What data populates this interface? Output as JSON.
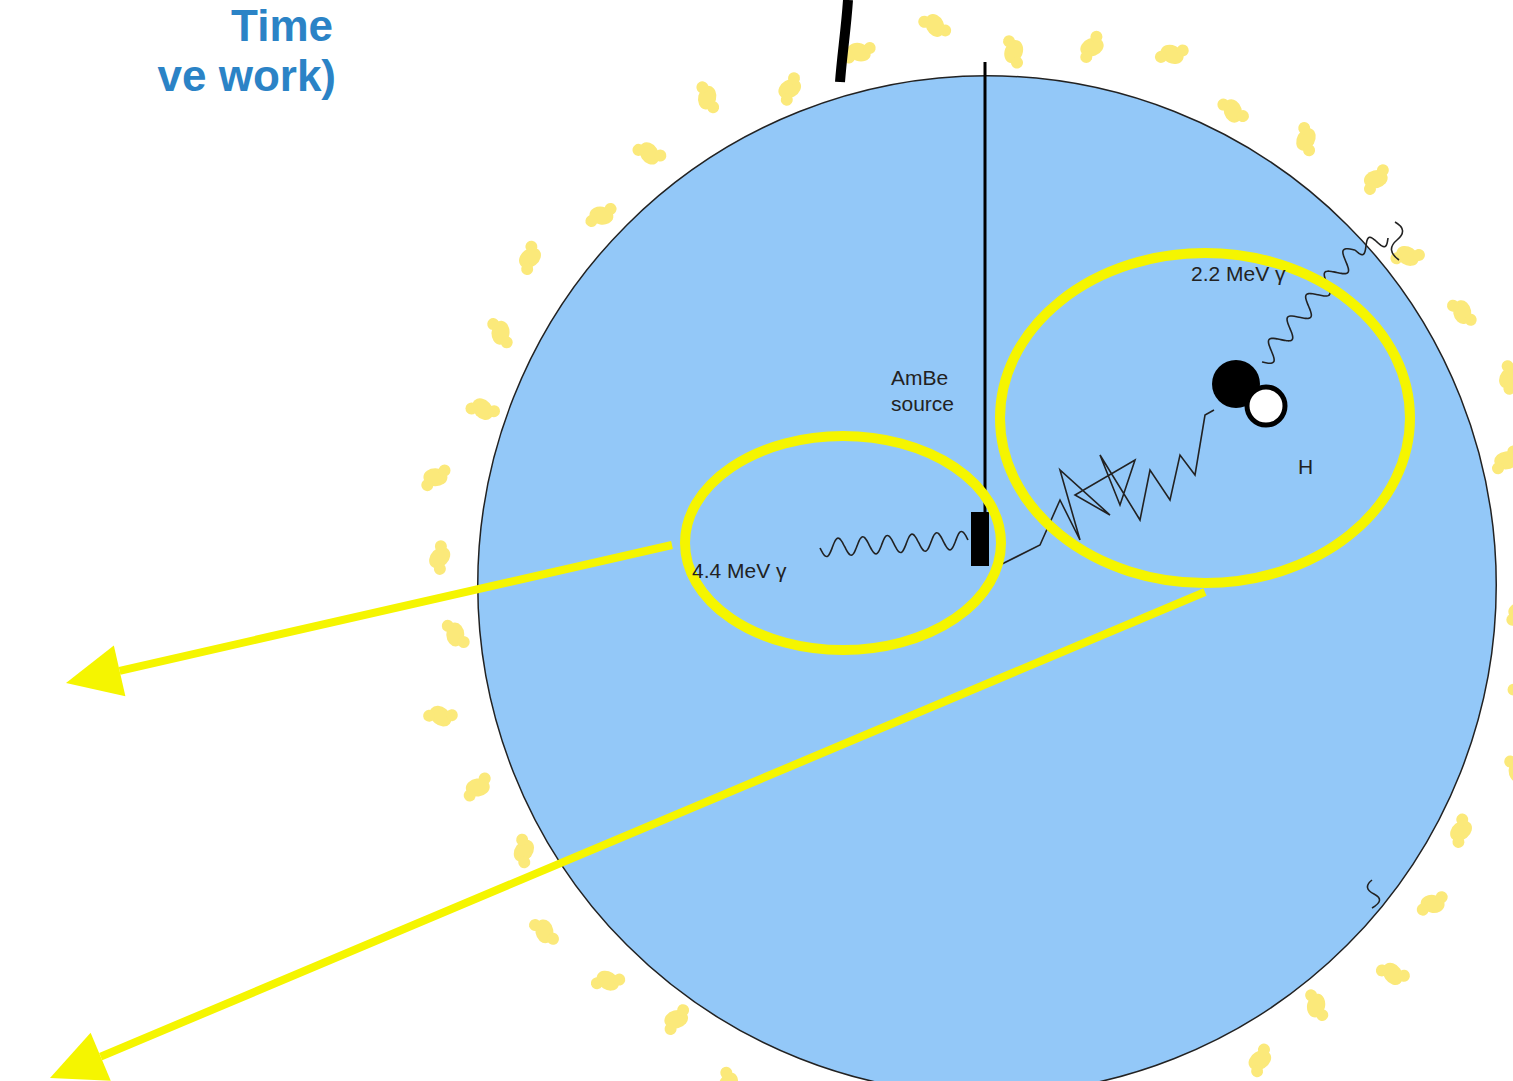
{
  "diagram": {
    "nodes": [
      {
        "text": [
          "AmBe source"
        ]
      },
      {
        "text": [
          "4.4 MeV γ"
        ],
        "in": 0
      },
      {
        "text": [
          "2.2 MeV γ",
          "H"
        ],
        "in": 0
      }
    ],
    "labels": [
      "Time",
      "ve work)"
    ]
  }
}
